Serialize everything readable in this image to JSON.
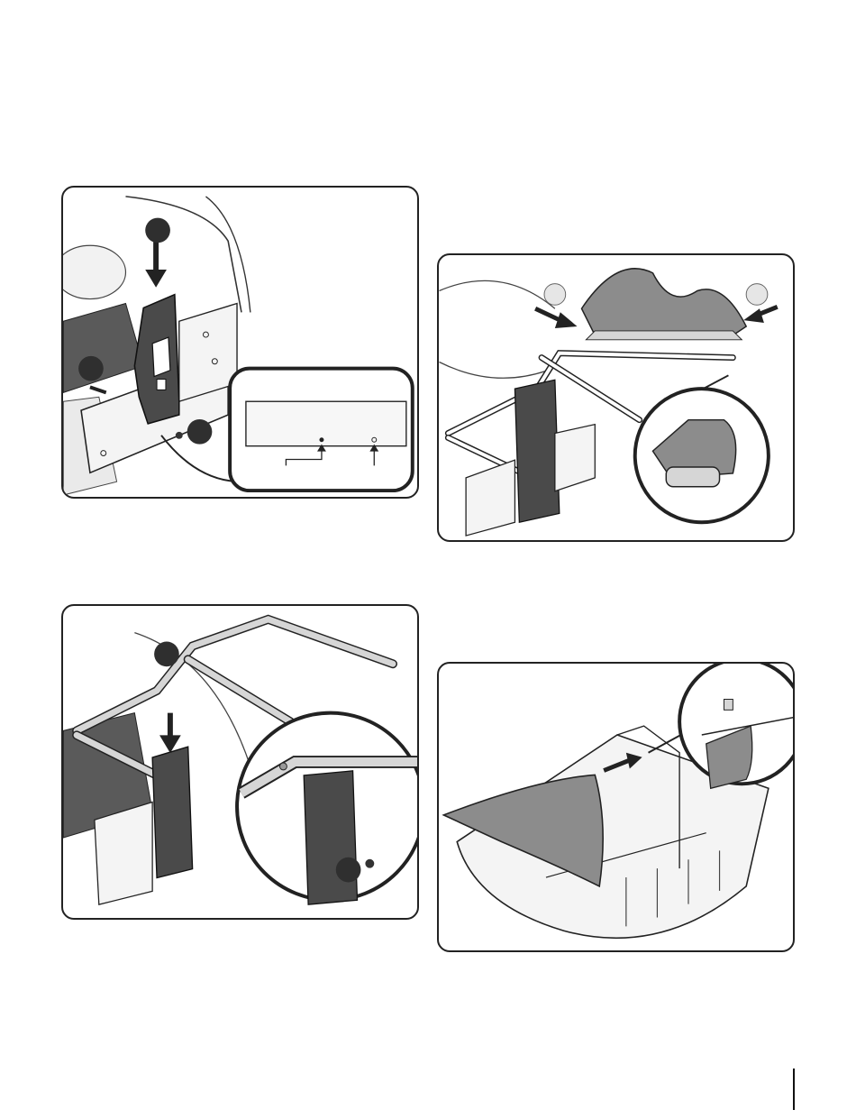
{
  "figures": [
    {
      "id": "fig1",
      "icon": "backplate-mount-illustration",
      "callouts": 3
    },
    {
      "id": "fig2",
      "icon": "bag-frame-cover-illustration",
      "callouts": 2
    },
    {
      "id": "fig3",
      "icon": "frame-insert-illustration",
      "callouts": 2
    },
    {
      "id": "fig4",
      "icon": "bag-liner-illustration",
      "callouts": 0
    }
  ],
  "colors": {
    "ink": "#222222",
    "part_dark": "#4a4a4a",
    "part_mid": "#8c8c8c",
    "part_light": "#d6d6d6",
    "callout_dark": "#2f2f2f",
    "callout_light": "#e6e6e6"
  }
}
